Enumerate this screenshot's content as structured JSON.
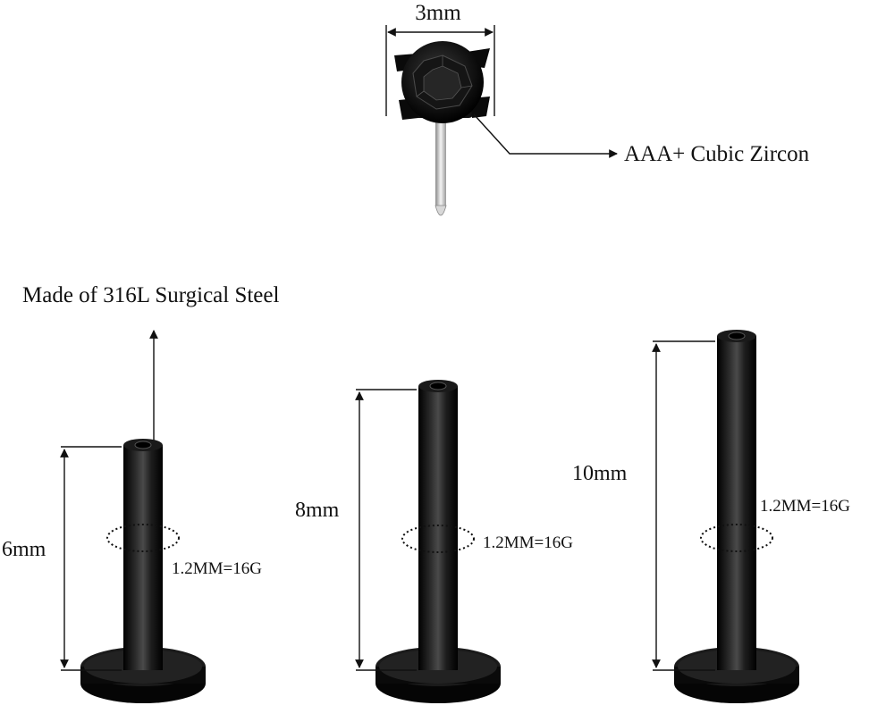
{
  "top_stud": {
    "width_label": "3mm",
    "stone_label": "AAA+ Cubic Zircon"
  },
  "material_label": "Made of 316L Surgical Steel",
  "posts": [
    {
      "length_label": "6mm",
      "gauge_label": "1.2MM=16G"
    },
    {
      "length_label": "8mm",
      "gauge_label": "1.2MM=16G"
    },
    {
      "length_label": "10mm",
      "gauge_label": "1.2MM=16G"
    }
  ],
  "colors": {
    "metal": "#0c0c0c",
    "line": "#111111",
    "background": "#ffffff"
  }
}
